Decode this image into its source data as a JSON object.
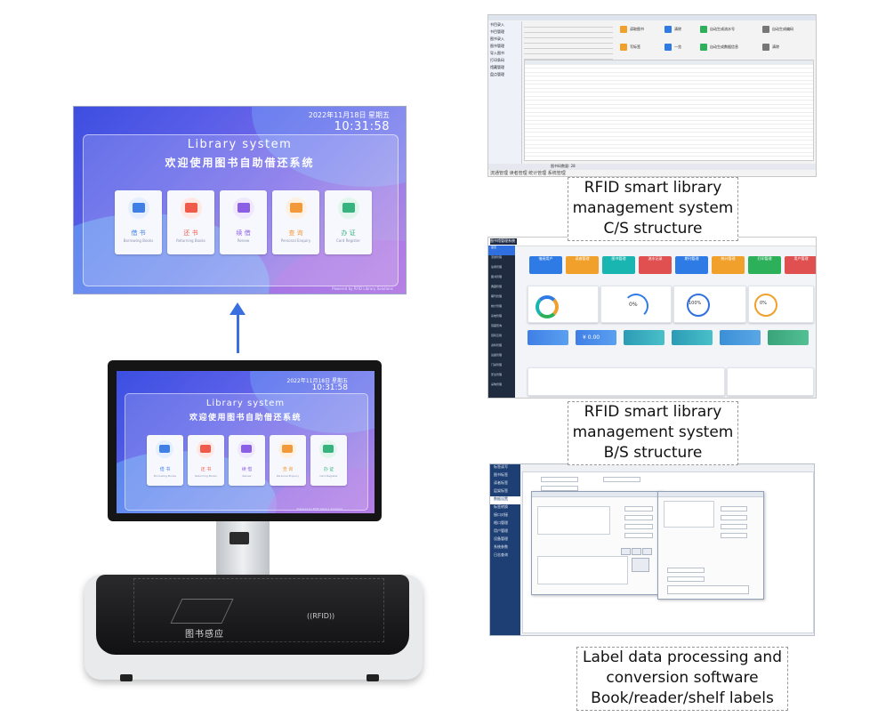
{
  "kiosk": {
    "date": "2022年11月18日 星期五",
    "time": "10:31:58",
    "title_en": "Library system",
    "title_cn": "欢迎使用图书自助借还系统",
    "footer": "Powered by RFID Library Solutions",
    "cards": [
      {
        "label": "借 书",
        "sub": "Borrowing Books",
        "icon": "basket-icon",
        "color": "#3f7fe6",
        "bg": "#e6efff",
        "label_color": "#3f7fe6"
      },
      {
        "label": "还 书",
        "sub": "Returning Books",
        "icon": "calendar-icon",
        "color": "#ef5a4a",
        "bg": "#ffe9e5",
        "label_color": "#ef5a4a"
      },
      {
        "label": "续 借",
        "sub": "Renew",
        "icon": "envelope-icon",
        "color": "#8b5ee6",
        "bg": "#efe8ff",
        "label_color": "#8b5ee6"
      },
      {
        "label": "查 询",
        "sub": "Personal Enquiry",
        "icon": "id-card-icon",
        "color": "#f29a3a",
        "bg": "#fff1e2",
        "label_color": "#f29a3a"
      },
      {
        "label": "办 证",
        "sub": "Card Register",
        "icon": "register-card-icon",
        "color": "#36b37e",
        "bg": "#e3f6ed",
        "label_color": "#36b37e"
      }
    ],
    "base_label": "图书感应",
    "rfid_mark": "((RFID))"
  },
  "cs": {
    "sidebar": [
      "书目录入",
      "书目管理",
      "图书录入",
      "图书管理",
      "导入图书",
      "打印条码",
      "馆藏管理",
      "盘点管理"
    ],
    "buttons": [
      "读取图书",
      "清除",
      "自动生成流水号",
      "自动生成编码",
      "写标签",
      "一览",
      "自动生成数据信息",
      "清除"
    ],
    "status": "图书码数量: 28",
    "tabs": "流通管理  读者管理  统计管理  系统管理"
  },
  "bs": {
    "logo": "图书馆管理系统",
    "sidebar": [
      "首页",
      "流通管理",
      "读者管理",
      "图书管理",
      "典藏管理",
      "期刊管理",
      "统计管理",
      "系统管理",
      "馆藏查询",
      "馆际互借",
      "资料管理",
      "设备管理",
      "门禁管理",
      "安全管理",
      "采购管理"
    ],
    "tiles": [
      {
        "label": "借阅用户",
        "color": "#2f7be6"
      },
      {
        "label": "读者管理",
        "color": "#f0a02b"
      },
      {
        "label": "图书管理",
        "color": "#19b5b0"
      },
      {
        "label": "流水记录",
        "color": "#e05050"
      },
      {
        "label": "期刊管理",
        "color": "#2f7be6"
      },
      {
        "label": "统计管理",
        "color": "#f0a02b"
      },
      {
        "label": "打印管理",
        "color": "#2cb05a"
      },
      {
        "label": "用户管理",
        "color": "#e05050"
      }
    ],
    "percent_1": "0%",
    "percent_2": "100%",
    "percent_3": "0%",
    "stat_value": "¥ 0.00"
  },
  "lb": {
    "sidebar": [
      "标签读写",
      "图书标签",
      "读者标签",
      "层架标签",
      "数据设置",
      "标签转换",
      "接口对接",
      "格口管理",
      "用户管理",
      "设备管理",
      "系统参数",
      "日志查询"
    ]
  },
  "captions": {
    "cs": [
      "RFID smart library",
      "management system",
      "C/S structure"
    ],
    "bs": [
      "RFID smart library",
      "management system",
      "B/S structure"
    ],
    "label": [
      "Label data processing and",
      "conversion software",
      "Book/reader/shelf labels"
    ]
  }
}
